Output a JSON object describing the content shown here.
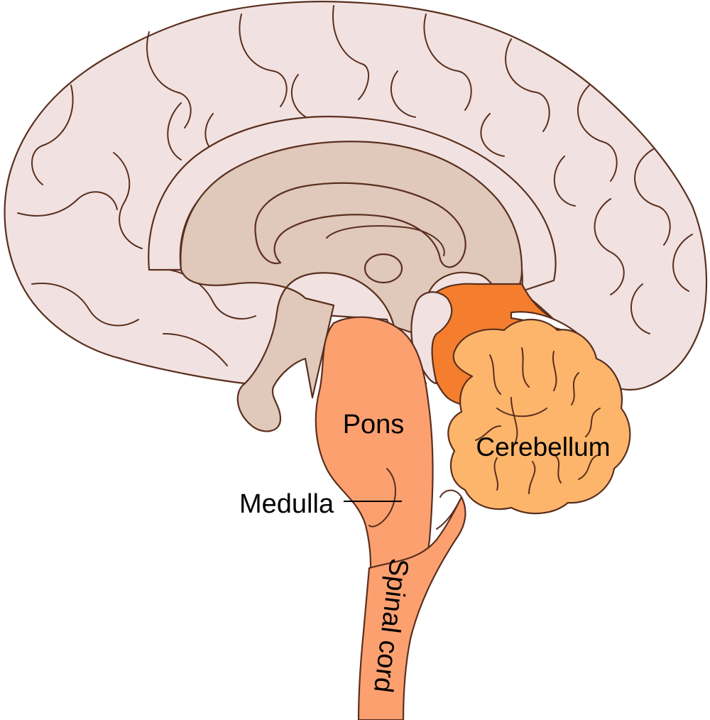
{
  "labels": {
    "pons": "Pons",
    "cerebellum": "Cerebellum",
    "medulla": "Medulla",
    "spinal_cord": "Spinal cord"
  },
  "colors": {
    "cerebrum": "#f1e2e1",
    "inner_structures": "#e0c8ba",
    "brainstem": "#fda070",
    "cerebellum": "#fdb56b",
    "fourth_ventricle_region": "#f47e2e",
    "outline": "#5a2f1e",
    "label_text": "#000000"
  }
}
